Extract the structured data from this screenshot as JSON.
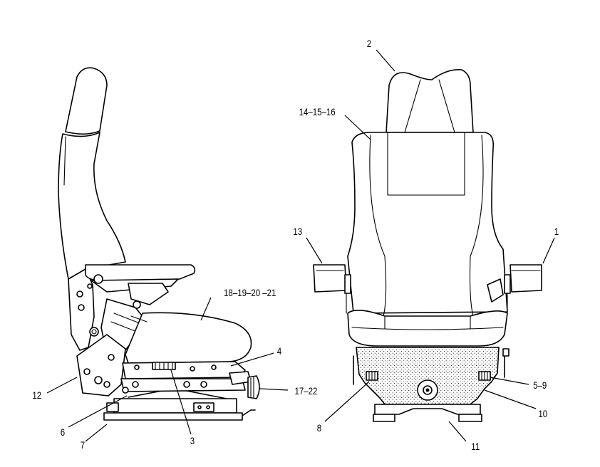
{
  "callouts": {
    "c1": "1",
    "c2": "2",
    "c3": "3",
    "c4": "4",
    "c5_9": "5–9",
    "c6": "6",
    "c7": "7",
    "c8": "8",
    "c10": "10",
    "c11": "11",
    "c12": "12",
    "c13": "13",
    "c14_15_16": "14–15–16",
    "c17_22": "17–22",
    "c18_19_20_21": "18–19–20 –21"
  }
}
